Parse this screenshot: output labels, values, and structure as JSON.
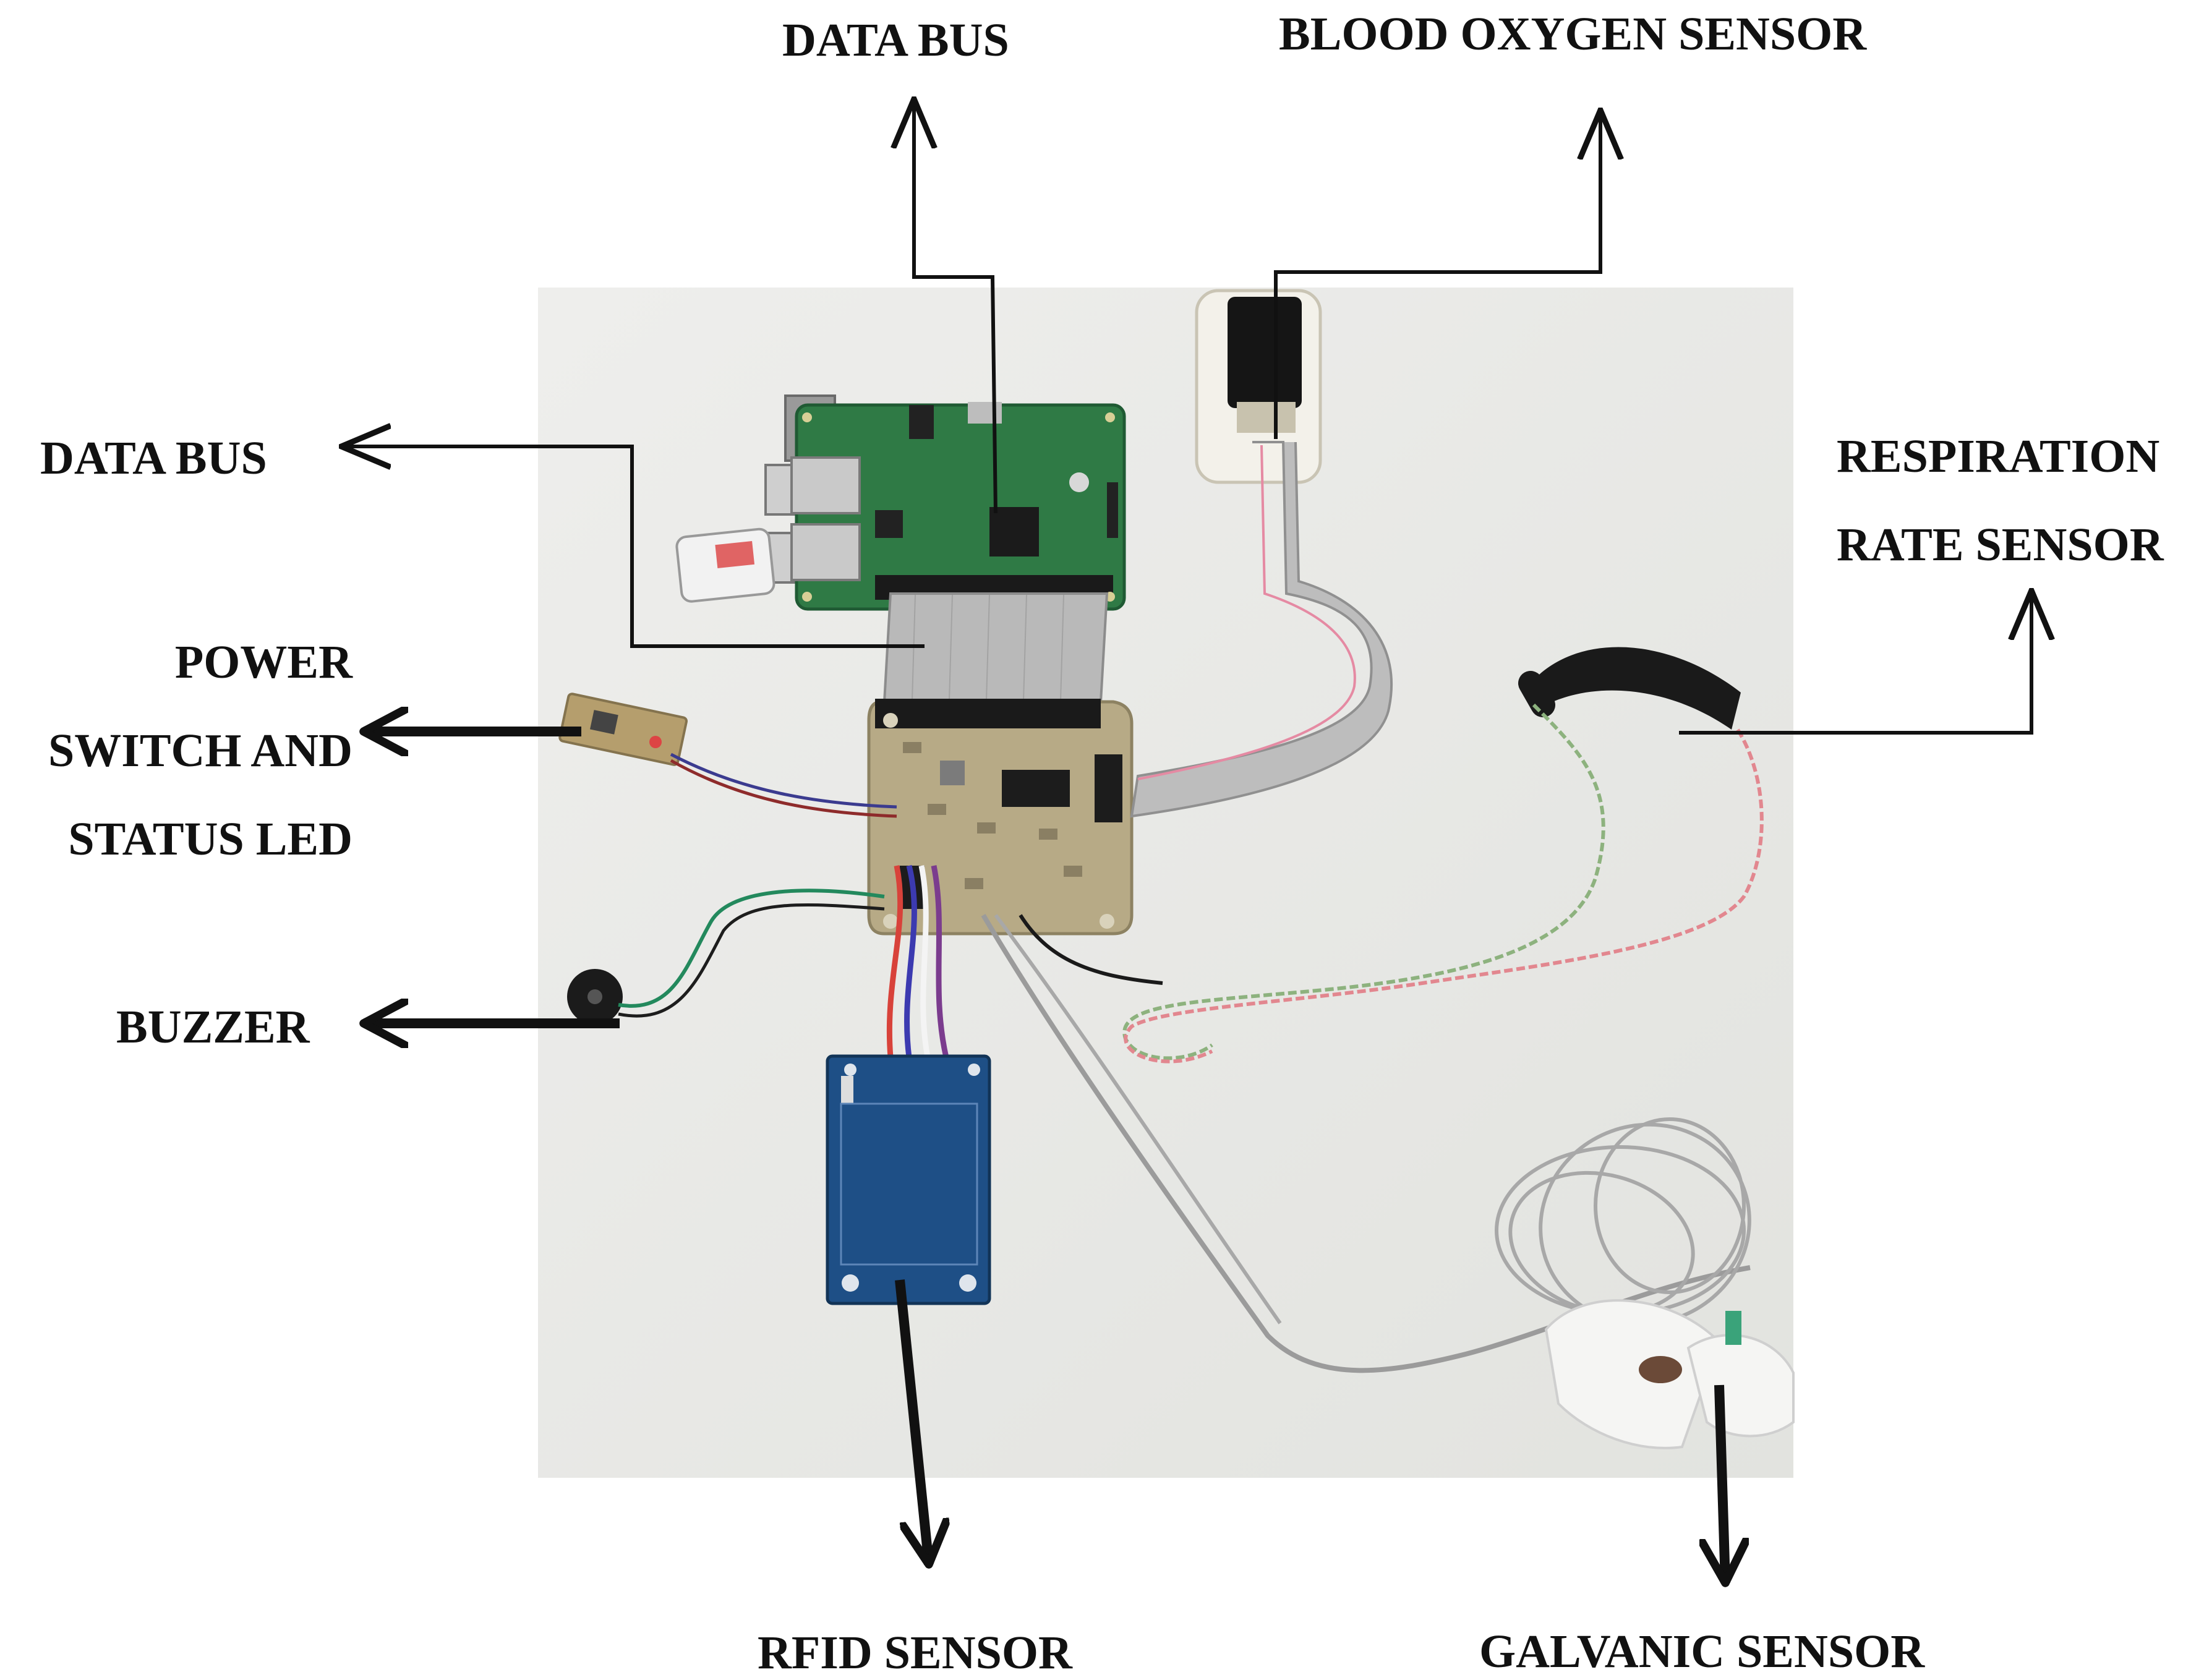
{
  "labels": {
    "data_bus_top": "DATA BUS",
    "blood_oxygen_sensor": "BLOOD OXYGEN SENSOR",
    "data_bus_left": "DATA BUS",
    "respiration_line1": "RESPIRATION",
    "respiration_line2": "RATE SENSOR",
    "power_line1": "POWER",
    "power_line2": "SWITCH AND",
    "power_line3": "STATUS LED",
    "buzzer": "BUZZER",
    "rfid_sensor": "RFID SENSOR",
    "galvanic_sensor": "GALVANIC SENSOR"
  },
  "colors": {
    "photo_background": "#e9e9e6",
    "raspberry_pi_board": "#2f7a45",
    "shield_board": "#b7aa86",
    "ribbon_cable": "#b9b9b9",
    "rfid_board": "#1e4f86",
    "arrow_line": "#111111",
    "label_text": "#111111"
  }
}
